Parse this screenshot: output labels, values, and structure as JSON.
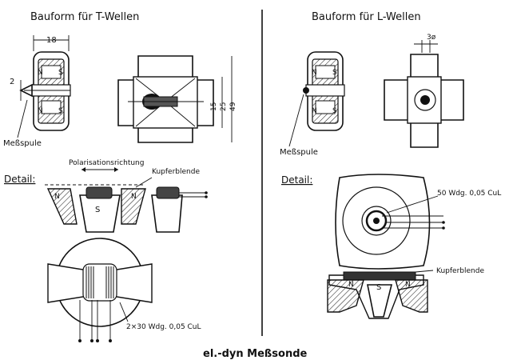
{
  "left_panel": {
    "heading": "Bauform für T-Wellen",
    "dim_18": "18",
    "dim_2": "2",
    "dim_15": "15",
    "dim_25": "25",
    "dim_49": "49",
    "pole_n": "N",
    "pole_s": "S",
    "coil_label": "Meßspule",
    "detail_label": "Detail:",
    "polarization_label": "Polarisationsrichtung",
    "copper_label": "Kupferblende",
    "detail_pole_n1": "N",
    "detail_pole_s": "S",
    "detail_pole_n2": "N",
    "winding_label": "2×30 Wdg. 0,05 CuL"
  },
  "right_panel": {
    "heading": "Bauform für L-Wellen",
    "dim_3": "3ø",
    "pole_n": "N",
    "pole_s": "S",
    "coil_label": "Meßspule",
    "detail_label": "Detail:",
    "winding_label": "50 Wdg. 0,05 CuL",
    "copper_label": "Kupferblende",
    "detail_pole_n1": "N",
    "detail_pole_s": "S",
    "detail_pole_n2": "N"
  },
  "caption": "el.-dyn Meßsonde"
}
